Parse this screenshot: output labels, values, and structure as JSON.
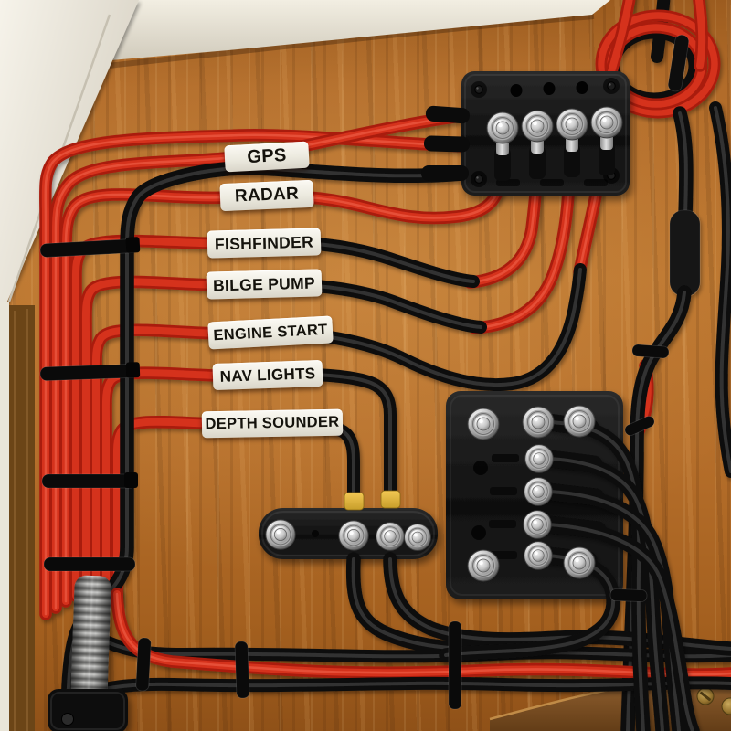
{
  "scene": {
    "type": "photograph",
    "subject": "Boat electrical wiring on a wood panel with labeled red and black cables, bus bars and terminal blocks"
  },
  "labels": [
    {
      "text": "GPS"
    },
    {
      "text": "RADAR"
    },
    {
      "text": "FISHFINDER"
    },
    {
      "text": "BILGE PUMP"
    },
    {
      "text": "ENGINE START"
    },
    {
      "text": "NAV LIGHTS"
    },
    {
      "text": "DEPTH SOUNDER"
    }
  ],
  "components": {
    "top_bus_bar": {
      "terminal_count": 4
    },
    "right_terminal_block": {
      "terminal_count": 9
    },
    "mini_bus_bar": {
      "terminal_count": 4
    },
    "left_cable_bundle": {
      "cable_tie_count": 4
    },
    "heat_shrink_bands": {
      "count": 2
    }
  },
  "colors": {
    "wood": "#b06a28",
    "cable_red": "#c42415",
    "cable_black": "#101010",
    "label_bg": "#f1eee6",
    "label_text": "#15150f",
    "heatshrink_yellow": "#e5b33c",
    "terminal_silver": "#c9c9c9",
    "conduit_gray": "#8f8f8d",
    "trim_white": "#e9e4d6",
    "sill_brown": "#7d511f"
  }
}
